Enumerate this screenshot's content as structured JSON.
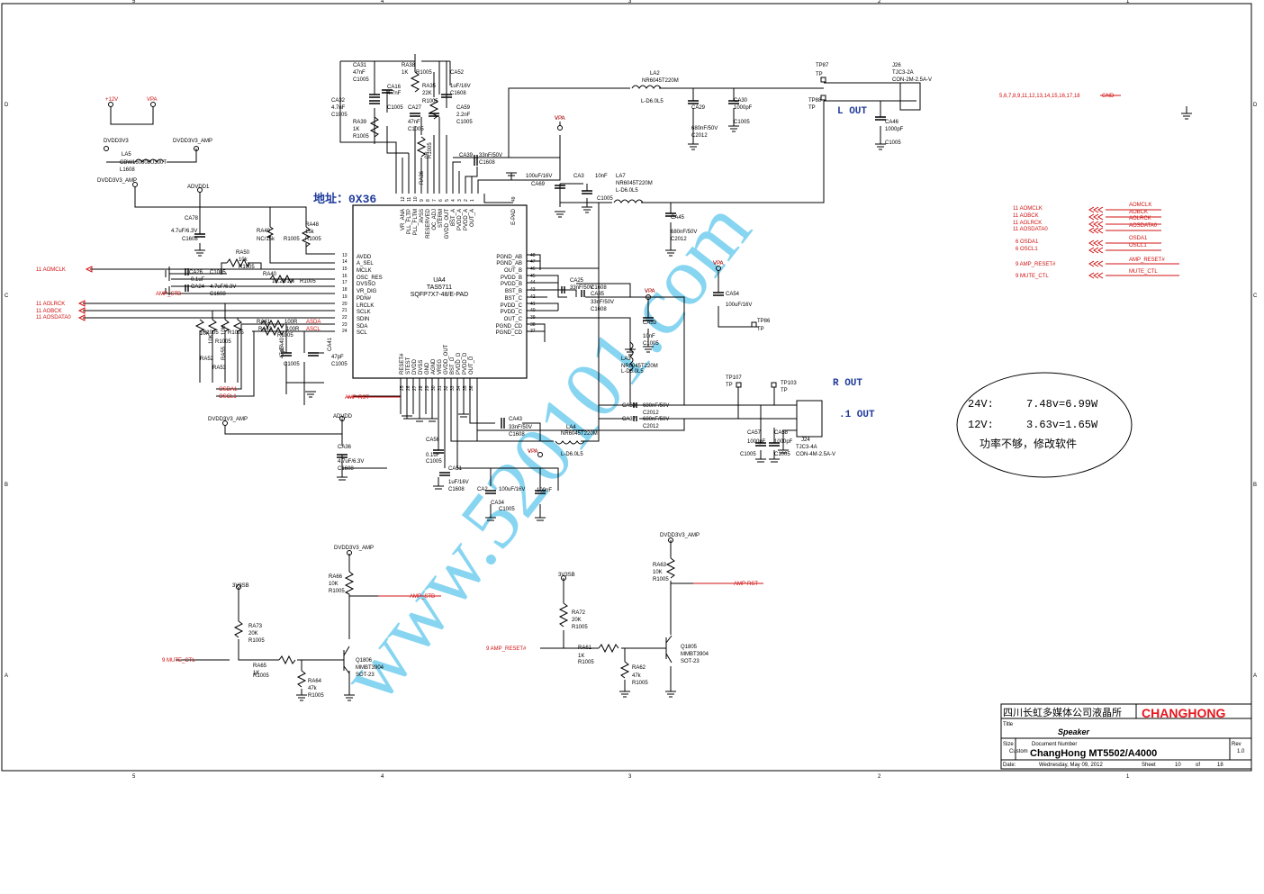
{
  "frame": {
    "columns": [
      "5",
      "4",
      "3",
      "2",
      "1"
    ],
    "rows": [
      "D",
      "C",
      "B",
      "A"
    ]
  },
  "nets": {
    "plus12v": "+12V",
    "vpa": "VPA",
    "dvdd3v3": "DVDD3V3",
    "dvdd3v3_amp": "DVDD3V3_AMP",
    "advdd1": "ADVDD1",
    "advdd": "ADVDD",
    "v3v3sb": "3V3SB",
    "amp_stb": "AMP_STB",
    "amp_rst": "AMP-RST",
    "osda1": "OSDA1",
    "oscl1": "OSCL1",
    "asda": "ASDA",
    "ascl": "ASCL",
    "gnd_list": "5,6,7,8,9,11,12,13,14,15,16,17,18",
    "gnd": "GND"
  },
  "chip": {
    "address": "地址：0X36",
    "ref": "UA4",
    "part": "TAS5711",
    "package": "SQFP7X7-48/E-PAD",
    "left_pins": [
      {
        "num": "13",
        "name": "AVDD"
      },
      {
        "num": "14",
        "name": "A_SEL"
      },
      {
        "num": "15",
        "name": "MCLK"
      },
      {
        "num": "16",
        "name": "OSC_RES"
      },
      {
        "num": "17",
        "name": "DVSSO"
      },
      {
        "num": "18",
        "name": "VR_DIG"
      },
      {
        "num": "19",
        "name": "PDN#"
      },
      {
        "num": "20",
        "name": "LRCLK"
      },
      {
        "num": "21",
        "name": "SCLK"
      },
      {
        "num": "22",
        "name": "SDIN"
      },
      {
        "num": "23",
        "name": "SDA"
      },
      {
        "num": "24",
        "name": "SCL"
      }
    ],
    "right_pins": [
      {
        "num": "48",
        "name": "PGND_AB"
      },
      {
        "num": "47",
        "name": "PGND_AB"
      },
      {
        "num": "46",
        "name": "OUT_B"
      },
      {
        "num": "45",
        "name": "PVDD_B"
      },
      {
        "num": "44",
        "name": "PVDD_B"
      },
      {
        "num": "43",
        "name": "BST_B"
      },
      {
        "num": "42",
        "name": "BST_C"
      },
      {
        "num": "41",
        "name": "PVDD_C"
      },
      {
        "num": "40",
        "name": "PVDD_C"
      },
      {
        "num": "39",
        "name": "OUT_C"
      },
      {
        "num": "38",
        "name": "PGND_CD"
      },
      {
        "num": "37",
        "name": "PGND_CD"
      }
    ],
    "top_pins": [
      {
        "num": "12",
        "name": "VR_ANA"
      },
      {
        "num": "11",
        "name": "PLL_FLTP"
      },
      {
        "num": "10",
        "name": "PLL_FLTM"
      },
      {
        "num": "9",
        "name": "AVSS"
      },
      {
        "num": "8",
        "name": "RESERVED"
      },
      {
        "num": "7",
        "name": "OC_ADJ"
      },
      {
        "num": "6",
        "name": "STERM"
      },
      {
        "num": "5",
        "name": "GVDD_OUT"
      },
      {
        "num": "4",
        "name": "BST_A"
      },
      {
        "num": "3",
        "name": "PVDD_A"
      },
      {
        "num": "2",
        "name": "PVDD_A"
      },
      {
        "num": "1",
        "name": "OUT_A"
      }
    ],
    "top_epad": {
      "num": "49",
      "name": "E-PAD"
    },
    "bottom_pins": [
      {
        "num": "25",
        "name": "RESET#"
      },
      {
        "num": "26",
        "name": "STEST"
      },
      {
        "num": "27",
        "name": "DVDD"
      },
      {
        "num": "28",
        "name": "DVSS"
      },
      {
        "num": "29",
        "name": "GND"
      },
      {
        "num": "30",
        "name": "AGND"
      },
      {
        "num": "31",
        "name": "VREG"
      },
      {
        "num": "32",
        "name": "GVDD_OUT"
      },
      {
        "num": "33",
        "name": "BST_D"
      },
      {
        "num": "34",
        "name": "PVDD_D"
      },
      {
        "num": "35",
        "name": "PVDD_D"
      },
      {
        "num": "36",
        "name": "OUT_D"
      }
    ]
  },
  "labels": [
    {
      "t": "CA31"
    },
    {
      "t": "47nF"
    },
    {
      "t": "C1005"
    },
    {
      "t": "RA38"
    },
    {
      "t": "1K"
    },
    {
      "t": "R1005"
    },
    {
      "t": "CA52"
    },
    {
      "t": "1uF/16V"
    },
    {
      "t": "C1608"
    },
    {
      "t": "CA16"
    },
    {
      "t": "4.7nF"
    },
    {
      "t": "C1005"
    },
    {
      "t": "RA35"
    },
    {
      "t": "22K"
    },
    {
      "t": "R1005"
    },
    {
      "t": "CA32"
    },
    {
      "t": "4.7nF"
    },
    {
      "t": "C1005"
    },
    {
      "t": "CA27"
    },
    {
      "t": "47nF"
    },
    {
      "t": "C1005"
    },
    {
      "t": "CA59"
    },
    {
      "t": "2.2nF"
    },
    {
      "t": "C1005"
    },
    {
      "t": "RA39"
    },
    {
      "t": "1K"
    },
    {
      "t": "R1005"
    },
    {
      "t": "RA36"
    },
    {
      "t": "R1005"
    },
    {
      "t": "0R"
    },
    {
      "t": "CA39"
    },
    {
      "t": "33nF/50V"
    },
    {
      "t": "C1608"
    },
    {
      "t": "VPA"
    },
    {
      "t": "LA2"
    },
    {
      "t": "NR6045T220M"
    },
    {
      "t": "L-D6.0L5"
    },
    {
      "t": "CA29"
    },
    {
      "t": "680nF/50V"
    },
    {
      "t": "C2012"
    },
    {
      "t": "CA30"
    },
    {
      "t": "1000pF"
    },
    {
      "t": "C1005"
    },
    {
      "t": "TP87"
    },
    {
      "t": "TP"
    },
    {
      "t": "TP88"
    },
    {
      "t": "TP"
    },
    {
      "t": "J26"
    },
    {
      "t": "TJC3-2A"
    },
    {
      "t": "CON-2M-2.5A-V"
    },
    {
      "t": "CA46"
    },
    {
      "t": "1000pF"
    },
    {
      "t": "C1005"
    },
    {
      "t": "100uF/16V"
    },
    {
      "t": "CA69"
    },
    {
      "t": "CA3"
    },
    {
      "t": "10nF"
    },
    {
      "t": "C1005"
    },
    {
      "t": "LA7"
    },
    {
      "t": "NR6045T220M"
    },
    {
      "t": "L-D6.0L5"
    },
    {
      "t": "CA45"
    },
    {
      "t": "680nF/50V"
    },
    {
      "t": "C2012"
    },
    {
      "t": "DVDD3V3"
    },
    {
      "t": "DVDD3V3_AMP"
    },
    {
      "t": "LA5"
    },
    {
      "t": "CBW160808U300T"
    },
    {
      "t": "L1608"
    },
    {
      "t": "DVDD3V3_AMP"
    },
    {
      "t": "ADVDD1"
    },
    {
      "t": "CA78"
    },
    {
      "t": "4.7uF/6.3V"
    },
    {
      "t": "C1608"
    },
    {
      "t": "RA49"
    },
    {
      "t": "NC/15k"
    },
    {
      "t": "R1005"
    },
    {
      "t": "RA48"
    },
    {
      "t": "15k"
    },
    {
      "t": "R1005"
    },
    {
      "t": "RA50"
    },
    {
      "t": "10k"
    },
    {
      "t": "R1005"
    },
    {
      "t": "CA26"
    },
    {
      "t": "0.1uF"
    },
    {
      "t": "C1005"
    },
    {
      "t": "CA24"
    },
    {
      "t": "4.7uF/6.3V"
    },
    {
      "t": "C1608"
    },
    {
      "t": "RA40"
    },
    {
      "t": "18.2k/1%"
    },
    {
      "t": "R1005"
    },
    {
      "t": "RA41"
    },
    {
      "t": "100R"
    },
    {
      "t": "RA42"
    },
    {
      "t": "100R"
    },
    {
      "t": "R1005"
    },
    {
      "t": "RA52"
    },
    {
      "t": "10K"
    },
    {
      "t": "R1005"
    },
    {
      "t": "RA53"
    },
    {
      "t": "10K"
    },
    {
      "t": "R1005"
    },
    {
      "t": "RA55"
    },
    {
      "t": "10K"
    },
    {
      "t": "R1005"
    },
    {
      "t": "CA40"
    },
    {
      "t": "47pF"
    },
    {
      "t": "C1005"
    },
    {
      "t": "CA41"
    },
    {
      "t": "47pF"
    },
    {
      "t": "C1005"
    },
    {
      "t": "CA25"
    },
    {
      "t": "33nF/50V"
    },
    {
      "t": "C1608"
    },
    {
      "t": "CA35"
    },
    {
      "t": "33nF/50V"
    },
    {
      "t": "C1608"
    },
    {
      "t": "VPA"
    },
    {
      "t": "CA53"
    },
    {
      "t": "10nF"
    },
    {
      "t": "C1005"
    },
    {
      "t": "VPA"
    },
    {
      "t": "CA54"
    },
    {
      "t": "100uF/16V"
    },
    {
      "t": "TP86"
    },
    {
      "t": "TP"
    },
    {
      "t": "LA3"
    },
    {
      "t": "NR6045T220M"
    },
    {
      "t": "L-D6.0L5"
    },
    {
      "t": "TP107"
    },
    {
      "t": "TP"
    },
    {
      "t": "TP103"
    },
    {
      "t": "TP"
    },
    {
      "t": "CA33"
    },
    {
      "t": "680nF/50V"
    },
    {
      "t": "C2012"
    },
    {
      "t": "CA37"
    },
    {
      "t": "680nF/50V"
    },
    {
      "t": "C2012"
    },
    {
      "t": "CA57"
    },
    {
      "t": "1000pF"
    },
    {
      "t": "C1005"
    },
    {
      "t": "CA58"
    },
    {
      "t": "1000pF"
    },
    {
      "t": "C1005"
    },
    {
      "t": "J24"
    },
    {
      "t": "TJC3-4A"
    },
    {
      "t": "CON-4M-2.5A-V"
    },
    {
      "t": "CA43"
    },
    {
      "t": "33nF/50V"
    },
    {
      "t": "C1608"
    },
    {
      "t": "LA4"
    },
    {
      "t": "NR6045T220M"
    },
    {
      "t": "L-D6.0L5"
    },
    {
      "t": "VPA"
    },
    {
      "t": "CA56"
    },
    {
      "t": "0.1uF"
    },
    {
      "t": "C1005"
    },
    {
      "t": "CA51"
    },
    {
      "t": "1uF/16V"
    },
    {
      "t": "C1608"
    },
    {
      "t": "CA2"
    },
    {
      "t": "100uF/16V"
    },
    {
      "t": "CA34"
    },
    {
      "t": "100nF"
    },
    {
      "t": "C1005"
    },
    {
      "t": "DVDD3V3_AMP"
    },
    {
      "t": "ADVDD"
    },
    {
      "t": "CA36"
    },
    {
      "t": "4.7uF/6.3V"
    },
    {
      "t": "C1608"
    },
    {
      "t": "DVDD3V3_AMP"
    },
    {
      "t": "RA66"
    },
    {
      "t": "10K"
    },
    {
      "t": "R1005"
    },
    {
      "t": "3V3SB"
    },
    {
      "t": "RA73"
    },
    {
      "t": "20K"
    },
    {
      "t": "R1005"
    },
    {
      "t": "RA65"
    },
    {
      "t": "1K"
    },
    {
      "t": "R1005"
    },
    {
      "t": "RA64"
    },
    {
      "t": "47k"
    },
    {
      "t": "R1005"
    },
    {
      "t": "Q1806"
    },
    {
      "t": "MMBT3904"
    },
    {
      "t": "SOT-23"
    },
    {
      "t": "3V3SB"
    },
    {
      "t": "RA72"
    },
    {
      "t": "20K"
    },
    {
      "t": "R1005"
    },
    {
      "t": "RA61"
    },
    {
      "t": "1K"
    },
    {
      "t": "R1005"
    },
    {
      "t": "RA62"
    },
    {
      "t": "47k"
    },
    {
      "t": "R1005"
    },
    {
      "t": "DVDD3V3_AMP"
    },
    {
      "t": "RA63"
    },
    {
      "t": "10K"
    },
    {
      "t": "R1005"
    },
    {
      "t": "Q1805"
    },
    {
      "t": "MMBT3904"
    },
    {
      "t": "SOT-23"
    }
  ],
  "red_labels": [
    {
      "t": "11   AOMCLK"
    },
    {
      "t": "AMP_STB"
    },
    {
      "t": "11  AOLRCK"
    },
    {
      "t": "11  AOBCK"
    },
    {
      "t": "11  AOSDATA0"
    },
    {
      "t": "OSDA1"
    },
    {
      "t": "OSCL1"
    },
    {
      "t": "AMP-RST"
    },
    {
      "t": "ASDA"
    },
    {
      "t": "ASCL"
    },
    {
      "t": "5,6,7,8,9,11,12,13,14,15,16,17,18"
    },
    {
      "t": "GND"
    },
    {
      "t": "11  AOMCLK"
    },
    {
      "t": "11  AOBCK"
    },
    {
      "t": "11  AOLRCK"
    },
    {
      "t": "11  AOSDATA0"
    },
    {
      "t": "6  OSDA1"
    },
    {
      "t": "6  OSCL1"
    },
    {
      "t": "9  AMP_RESET#"
    },
    {
      "t": "9  MUTE_CTL"
    },
    {
      "t": "AOMCLK"
    },
    {
      "t": "AOBCK"
    },
    {
      "t": "AOLRCK"
    },
    {
      "t": "AOSDATA0"
    },
    {
      "t": "OSDA1"
    },
    {
      "t": "OSCL1"
    },
    {
      "t": "AMP_RESET#"
    },
    {
      "t": "MUTE_CTL"
    },
    {
      "t": "AMP_STB"
    },
    {
      "t": "9   MUTE_CTL"
    },
    {
      "t": "9  AMP_RESET#"
    },
    {
      "t": "AMP-RST"
    },
    {
      "t": "+12V"
    },
    {
      "t": "VPA"
    },
    {
      "t": "VPA"
    },
    {
      "t": "VPA"
    },
    {
      "t": "VPA"
    },
    {
      "t": "VPA"
    }
  ],
  "outputs": {
    "l_out": "L OUT",
    "r_out": "R OUT",
    "sub_out": ".1 OUT"
  },
  "note": {
    "line1_left": "24V:",
    "line1_right": "7.48v=6.99W",
    "line2_left": "12V:",
    "line2_right": "3.63v=1.65W",
    "line3": "功率不够，修改软件"
  },
  "title_block": {
    "company": "四川长虹多媒体公司液晶所",
    "brand": "CHANGHONG",
    "title_label": "Title",
    "title": "Speaker",
    "size_label": "Size",
    "size": "Custom",
    "docnum_label": "Document Number",
    "docnum": "ChangHong MT5502/A4000",
    "rev_label": "Rev",
    "rev": "1.0",
    "date_label": "Date:",
    "date": "Wednesday, May 09, 2012",
    "sheet_label": "Sheet",
    "sheet": "10",
    "of_label": "of",
    "of": "18"
  },
  "watermark": "www.520101.com",
  "colors": {
    "accent_red": "#d01010",
    "title_blue": "#1f3a9c",
    "watermark": "#5fc7ec",
    "brand_red": "#e8141b"
  }
}
